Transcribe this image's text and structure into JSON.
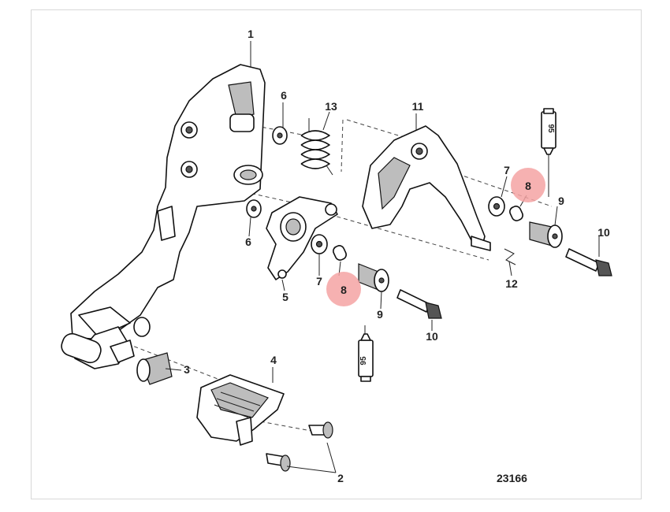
{
  "figure_id": "23166",
  "callouts": {
    "c1": "1",
    "c2": "2",
    "c3": "3",
    "c4": "4",
    "c5": "5",
    "c6a": "6",
    "c6b": "6",
    "c7a": "7",
    "c7b": "7",
    "c8a": "8",
    "c8b": "8",
    "c9a": "9",
    "c9b": "9",
    "c10a": "10",
    "c10b": "10",
    "c11": "11",
    "c12": "12",
    "c13": "13"
  },
  "tubes": {
    "t1": "95",
    "t2": "95"
  },
  "highlight_color": "#f4a3a3"
}
